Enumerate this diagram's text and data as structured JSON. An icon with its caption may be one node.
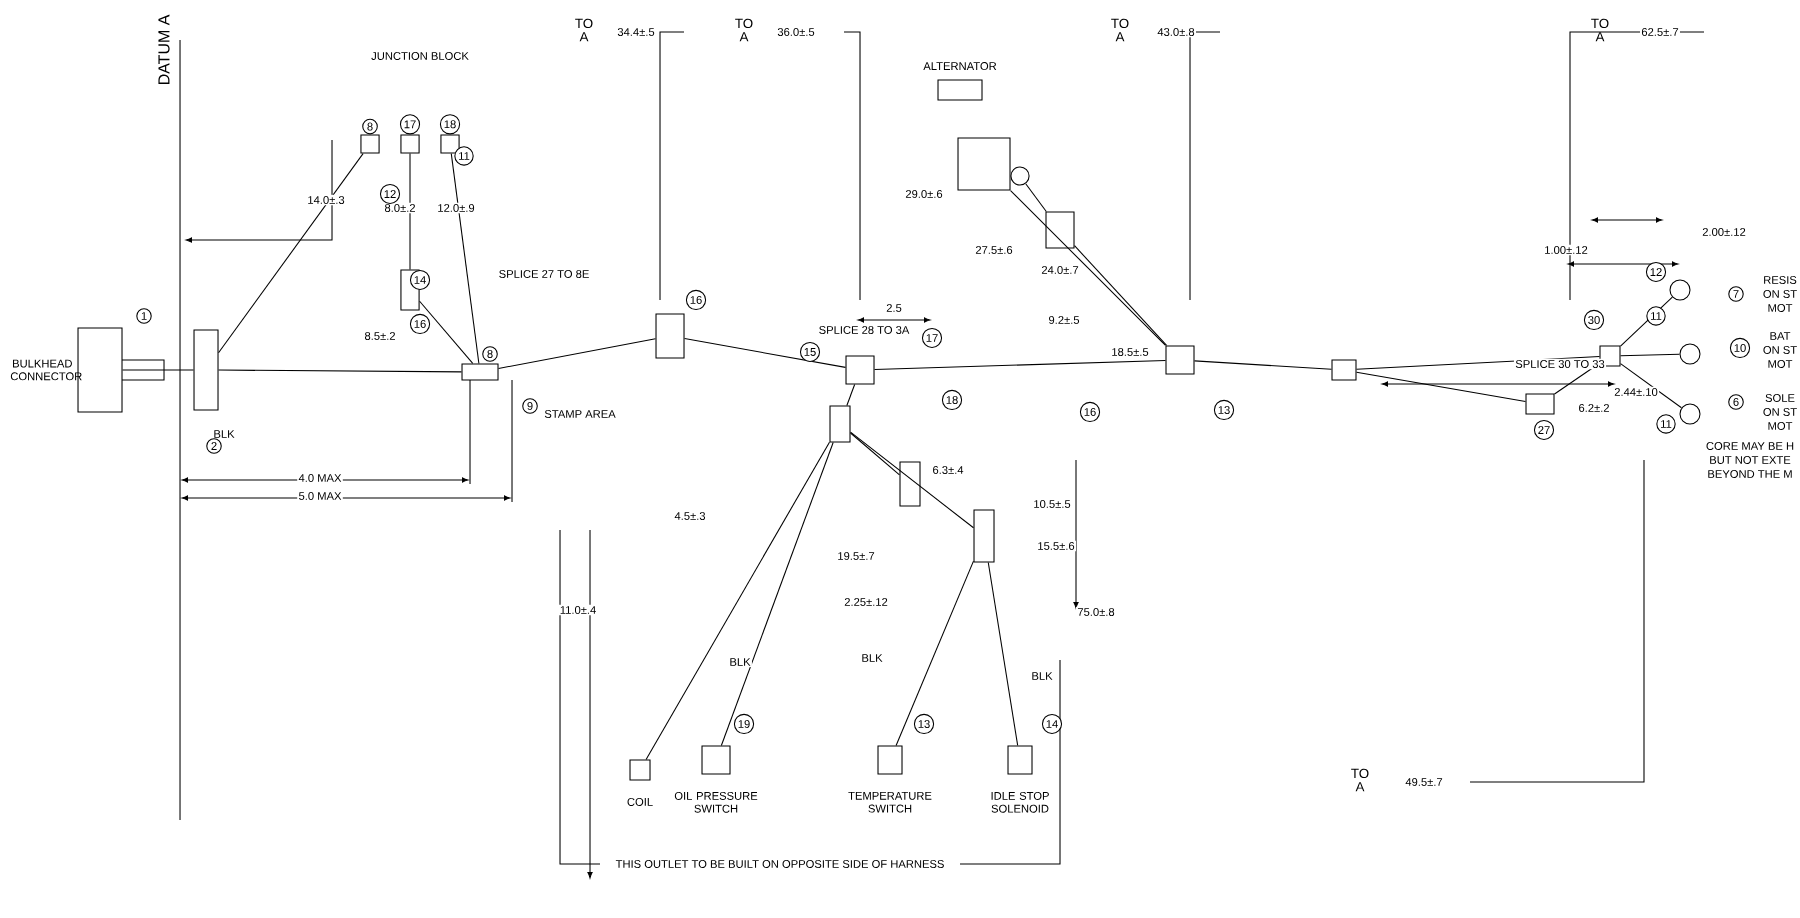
{
  "diagram": {
    "nodes": [
      {
        "text": [
          "BULKHEAD CONNECTOR"
        ]
      },
      {
        "text": [],
        "shape": "box"
      },
      {
        "text": [
          "8"
        ]
      },
      {
        "text": [
          "17"
        ]
      },
      {
        "text": [
          "18"
        ]
      },
      {
        "text": [],
        "shape": "box"
      },
      {
        "text": [],
        "shape": "box"
      },
      {
        "text": [],
        "shape": "box"
      },
      {
        "text": [],
        "shape": "box"
      },
      {
        "text": [
          "ALTERNATOR"
        ]
      },
      {
        "text": [],
        "shape": "box"
      },
      {
        "text": [],
        "shape": "circle"
      },
      {
        "text": [],
        "shape": "box"
      },
      {
        "text": [],
        "shape": "box"
      },
      {
        "text": [],
        "shape": "box"
      },
      {
        "text": [],
        "shape": "box"
      },
      {
        "text": [],
        "shape": "box"
      },
      {
        "text": [],
        "shape": "circle"
      },
      {
        "text": [],
        "shape": "circle"
      },
      {
        "text": [],
        "shape": "circle"
      },
      {
        "text": [
          "COIL"
        ]
      },
      {
        "text": [
          "OIL PRESSURE SWITCH"
        ]
      },
      {
        "text": [
          "TEMPERATURE SWITCH"
        ]
      },
      {
        "text": [
          "IDLE STOP SOLENOID"
        ]
      },
      {
        "text": [],
        "shape": "box"
      },
      {
        "text": [],
        "shape": "box"
      },
      {
        "text": [],
        "shape": "box"
      }
    ],
    "edges": [
      {
        "from": 0,
        "to": 1,
        "arrow": "none"
      },
      {
        "from": 1,
        "to": 6,
        "arrow": "none"
      },
      {
        "from": 1,
        "to": 2,
        "arrow": "none"
      },
      {
        "from": 3,
        "to": 5,
        "arrow": "none"
      },
      {
        "from": 5,
        "to": 6,
        "arrow": "none"
      },
      {
        "from": 4,
        "to": 6,
        "arrow": "none"
      },
      {
        "from": 6,
        "to": 7,
        "arrow": "none"
      },
      {
        "from": 7,
        "to": 8,
        "arrow": "none"
      },
      {
        "from": 8,
        "to": 13,
        "arrow": "none"
      },
      {
        "from": 13,
        "to": 14,
        "arrow": "none"
      },
      {
        "from": 10,
        "to": 13,
        "arrow": "none"
      },
      {
        "from": 12,
        "to": 13,
        "arrow": "none"
      },
      {
        "from": 11,
        "to": 12,
        "arrow": "none"
      },
      {
        "from": 14,
        "to": 16,
        "arrow": "none"
      },
      {
        "from": 14,
        "to": 15,
        "arrow": "none"
      },
      {
        "from": 15,
        "to": 16,
        "arrow": "none"
      },
      {
        "from": 16,
        "to": 17,
        "arrow": "none"
      },
      {
        "from": 16,
        "to": 18,
        "arrow": "none"
      },
      {
        "from": 16,
        "to": 19,
        "arrow": "none"
      },
      {
        "from": 8,
        "to": 25,
        "arrow": "none"
      },
      {
        "from": 25,
        "to": 20,
        "arrow": "none"
      },
      {
        "from": 25,
        "to": 21,
        "arrow": "none"
      },
      {
        "from": 25,
        "to": 26,
        "arrow": "none"
      },
      {
        "from": 25,
        "to": 24,
        "arrow": "none"
      },
      {
        "from": 24,
        "to": 22,
        "arrow": "none"
      },
      {
        "from": 24,
        "to": 23,
        "arrow": "none"
      }
    ],
    "labels": [
      "DATUM A",
      "JUNCTION BLOCK",
      "TO A",
      "34.4±.5",
      "TO A",
      "36.0±.5",
      "TO A",
      "43.0±.8",
      "TO A",
      "62.5±.7",
      "TO A",
      "49.5±.7",
      "14.0±.3",
      "8.0±.2",
      "12.0±.9",
      "SPLICE 27 TO 8E",
      "8.5±.2",
      "4.0 MAX",
      "5.0 MAX",
      "STAMP AREA",
      "BLK",
      "2.5",
      "SPLICE 28 TO 3A",
      "29.0±.6",
      "27.5±.6",
      "24.0±.7",
      "9.2±.5",
      "18.5±.5",
      "1.00±.12",
      "2.00±.12",
      "SPLICE 30 TO 33",
      "2.44±.10",
      "6.2±.2",
      "RESIS",
      "ON ST",
      "MOT",
      "BAT",
      "ON ST",
      "MOT",
      "SOLE",
      "ON ST",
      "MOT",
      "CORE MAY BE H",
      "BUT NOT EXTE",
      "BEYOND THE M",
      "11.0±.4",
      "4.5±.3",
      "BLK",
      "19.5±.7",
      "2.25±.12",
      "BLK",
      "BLK",
      "6.3±.4",
      "10.5±.5",
      "15.5±.6",
      "75.0±.8",
      "THIS OUTLET TO BE BUILT ON OPPOSITE SIDE OF HARNESS",
      "1",
      "2",
      "11",
      "12",
      "14",
      "16",
      "8",
      "9",
      "16",
      "15",
      "17",
      "18",
      "16",
      "13",
      "30",
      "12",
      "11",
      "11",
      "7",
      "10",
      "6",
      "27",
      "19",
      "13",
      "14"
    ]
  }
}
